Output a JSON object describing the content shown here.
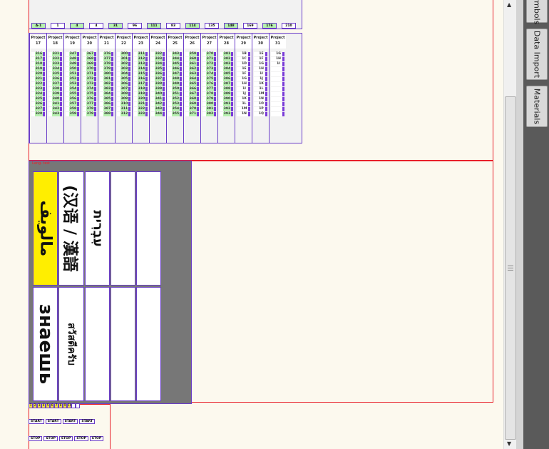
{
  "sidebar": {
    "tabs": [
      {
        "label": "Symbols"
      },
      {
        "label": "Data Import"
      },
      {
        "label": "Materials"
      }
    ]
  },
  "project_header_word": "Project",
  "projects": [
    {
      "num": "17",
      "values": [
        "316",
        "317",
        "318",
        "319",
        "320",
        "321",
        "322",
        "323",
        "324",
        "325",
        "326",
        "327",
        "328"
      ]
    },
    {
      "num": "18",
      "values": [
        "331",
        "332",
        "333",
        "334",
        "335",
        "336",
        "337",
        "338",
        "339",
        "340",
        "341",
        "342",
        "343"
      ]
    },
    {
      "num": "19",
      "values": [
        "347",
        "348",
        "349",
        "350",
        "351",
        "352",
        "353",
        "354",
        "355",
        "356",
        "357",
        "358",
        "359"
      ]
    },
    {
      "num": "20",
      "values": [
        "367",
        "368",
        "369",
        "370",
        "371",
        "372",
        "373",
        "374",
        "375",
        "376",
        "377",
        "378",
        "379"
      ]
    },
    {
      "num": "21",
      "values": [
        "376",
        "377",
        "378",
        "379",
        "380",
        "381",
        "382",
        "383",
        "384",
        "385",
        "386",
        "387",
        "388"
      ]
    },
    {
      "num": "22",
      "values": [
        "300",
        "301",
        "302",
        "303",
        "304",
        "305",
        "306",
        "307",
        "308",
        "309",
        "310",
        "311",
        "312"
      ]
    },
    {
      "num": "23",
      "values": [
        "311",
        "312",
        "313",
        "314",
        "315",
        "316",
        "317",
        "318",
        "319",
        "320",
        "321",
        "322",
        "323"
      ]
    },
    {
      "num": "24",
      "values": [
        "332",
        "333",
        "334",
        "335",
        "336",
        "337",
        "338",
        "339",
        "340",
        "341",
        "342",
        "343",
        "344"
      ]
    },
    {
      "num": "25",
      "values": [
        "343",
        "344",
        "345",
        "346",
        "347",
        "348",
        "349",
        "350",
        "351",
        "352",
        "353",
        "354",
        "355"
      ]
    },
    {
      "num": "26",
      "values": [
        "359",
        "360",
        "361",
        "362",
        "363",
        "364",
        "365",
        "366",
        "367",
        "368",
        "369",
        "370",
        "371"
      ]
    },
    {
      "num": "27",
      "values": [
        "370",
        "371",
        "372",
        "373",
        "374",
        "375",
        "376",
        "377",
        "378",
        "379",
        "380",
        "381",
        "382"
      ]
    },
    {
      "num": "28",
      "values": [
        "381",
        "382",
        "383",
        "384",
        "385",
        "386",
        "387",
        "388",
        "389",
        "390",
        "391",
        "392",
        "393"
      ]
    },
    {
      "num": "29",
      "values": [
        "1B",
        "1C",
        "1D",
        "1E",
        "1F",
        "1G",
        "1H",
        "1I",
        "1J",
        "1K",
        "1L",
        "1M",
        "1N"
      ]
    },
    {
      "num": "30",
      "values": [
        "1E",
        "1F",
        "1G",
        "1H",
        "1I",
        "1J",
        "1K",
        "1L",
        "1M",
        "1N",
        "1O",
        "1P",
        "1Q"
      ]
    },
    {
      "num": "31",
      "values": [
        "1G",
        "1H",
        "1I",
        "",
        "",
        "",
        "",
        "",
        "",
        "",
        "",
        "",
        ""
      ]
    }
  ],
  "top_strip_values": [
    "A-1",
    "1",
    "4",
    "4",
    "31",
    "96",
    "111",
    "83",
    "114",
    "135",
    "148",
    "169",
    "176",
    "210"
  ],
  "lang_panel_label": "Lang. test",
  "lang_texts": {
    "arabic": "مالويف",
    "chinese": "(汉语 / 漢語",
    "hebrew": "עִבְרִית",
    "russian": "знаешь",
    "thai": "สวัสดีครับ"
  },
  "number_row": [
    "1",
    "2",
    "3",
    "4",
    "5",
    "6",
    "7",
    "8",
    "9",
    "10",
    "",
    ""
  ],
  "start_label": "START",
  "stop_label": "STOP"
}
